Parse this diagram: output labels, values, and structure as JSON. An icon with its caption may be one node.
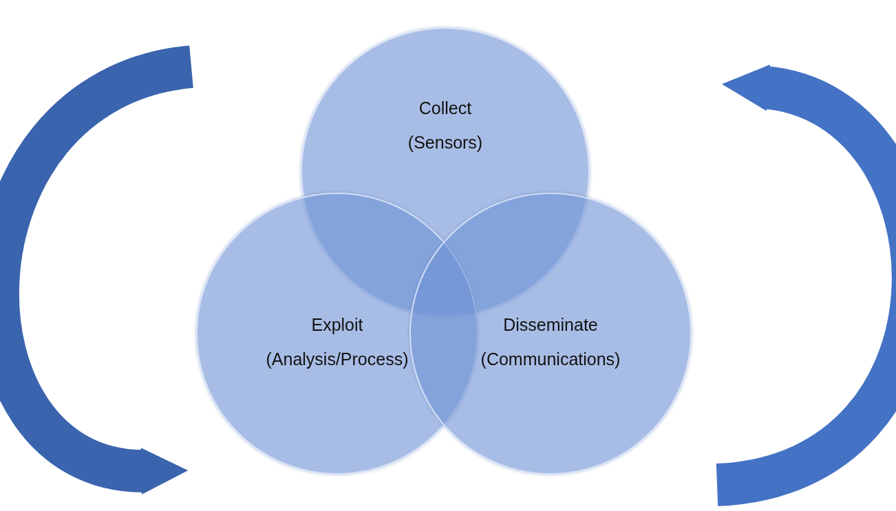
{
  "diagram": {
    "nodes": [
      {
        "text": [
          "Collect (Sensors)"
        ]
      },
      {
        "text": [
          "Exploit (Analysis/Process)"
        ]
      },
      {
        "text": [
          "Disseminate (Communications)"
        ]
      }
    ]
  }
}
